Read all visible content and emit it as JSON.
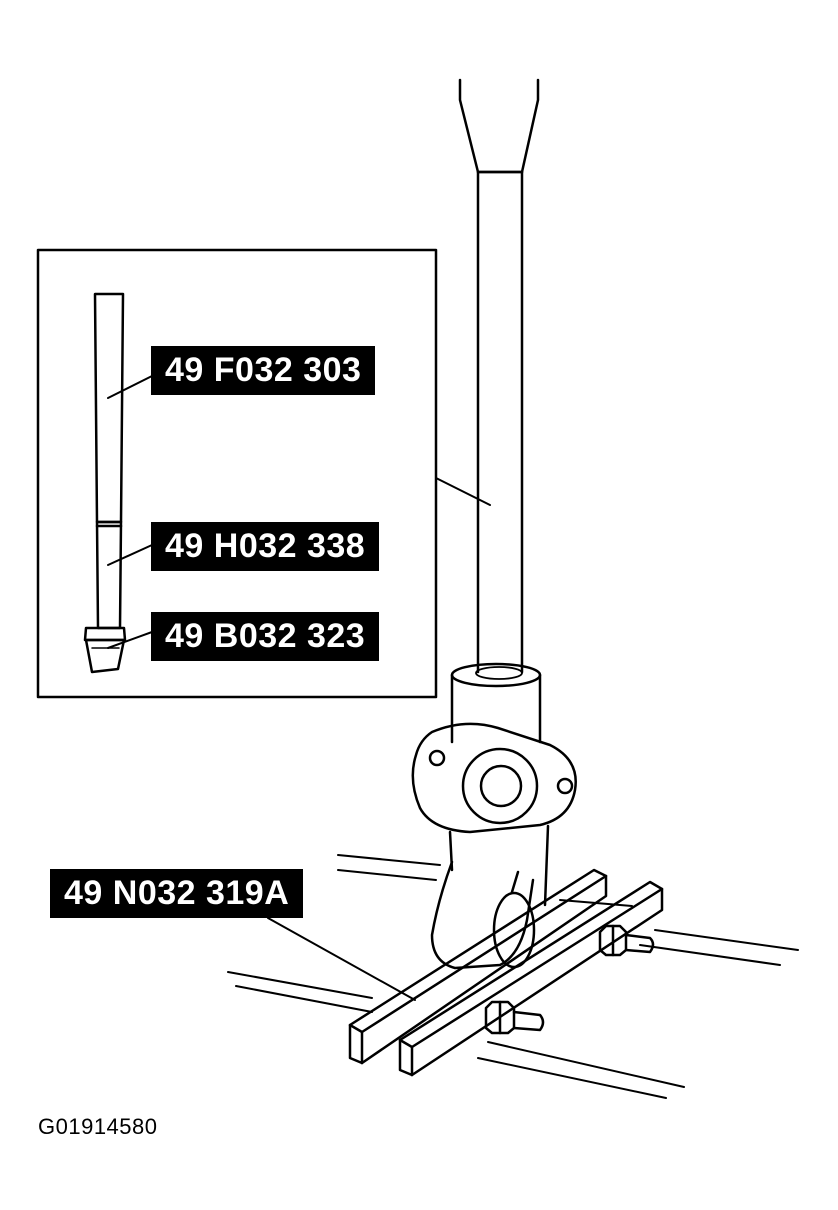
{
  "labels": {
    "main_tool": "49 F032 303",
    "adapter": "49 H032 338",
    "tip": "49 B032 323",
    "holder": "49 N032 319A"
  },
  "figure_id": "G01914580"
}
